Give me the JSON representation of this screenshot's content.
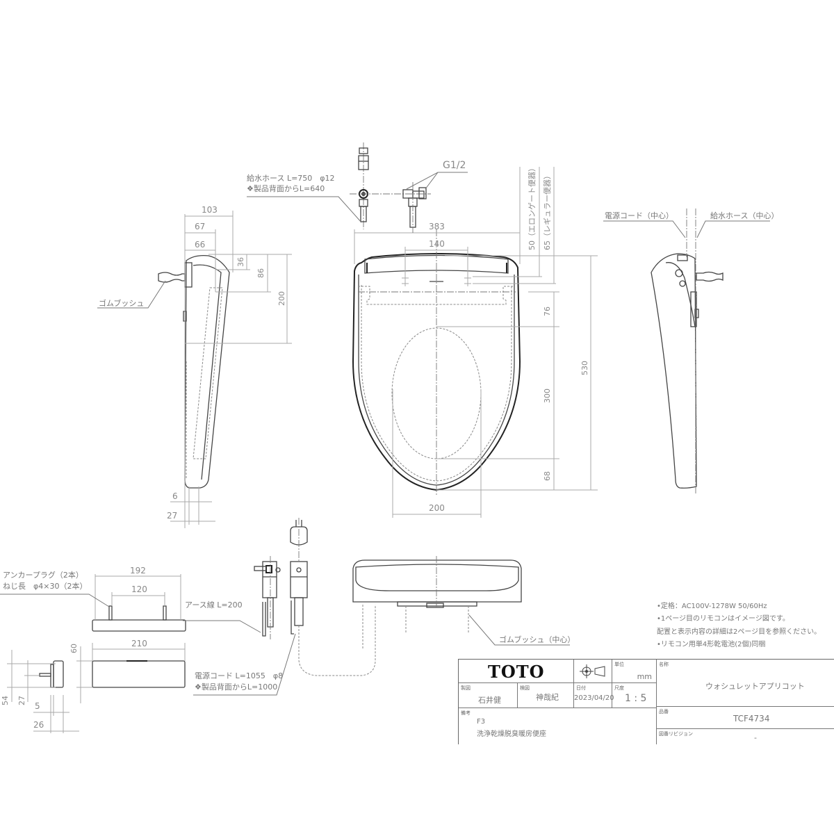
{
  "drawing": {
    "top_view": {
      "dims": {
        "overall_width": "383",
        "hinge_spacing": "140",
        "total_length": "530",
        "d76": "76",
        "d300": "300",
        "d68": "68",
        "opening_width": "200"
      },
      "vertical_notes": {
        "elongated": "50（エロンゲート便器）",
        "regular": "65（レギュラー便器）"
      }
    },
    "supply": {
      "hose_label_line1": "給水ホース L=750　φ12",
      "hose_label_line2": "❖製品背面からL=640",
      "thread_label": "G1/2"
    },
    "left_side_view": {
      "dims": {
        "d103": "103",
        "d67": "67",
        "d66": "66",
        "d36": "36",
        "d86": "86",
        "d200": "200",
        "d6": "6",
        "d27": "27"
      },
      "bushing_label": "ゴムブッシュ"
    },
    "right_side_view": {
      "power_label": "電源コード（中心）",
      "hose_label": "給水ホース（中心）"
    },
    "plate": {
      "anchor_line1": "アンカープラグ（2本）",
      "anchor_line2": "ねじ長　φ4×30（2本）",
      "dims": {
        "d192": "192",
        "d120": "120",
        "d210": "210",
        "d60": "60",
        "d54": "54",
        "d27": "27",
        "d5": "5",
        "d26": "26"
      }
    },
    "plug": {
      "earth_label": "アース線 L=200",
      "cord_line1": "電源コード L=1055　φ8",
      "cord_line2": "❖製品背面からL=1000"
    },
    "front_view": {
      "bushing_label": "ゴムブッシュ（中心）"
    },
    "notes": [
      "•定格：AC100V-1278W 50/60Hz",
      "•1ページ目のリモコンはイメージ図です。",
      " 配置と表示内容の詳細は2ページ目を参照ください。",
      "•リモコン用単4形乾電池(2個)同梱"
    ]
  },
  "title_block": {
    "brand": "TOTO",
    "unit_caption": "単位",
    "unit": "mm",
    "drafter_caption": "製図",
    "drafter": "石井健",
    "checker_caption": "検図",
    "checker": "神哉紀",
    "date_caption": "日付",
    "date": "2023/04/20",
    "scale_caption": "尺度",
    "scale": "1 : 5",
    "remarks_caption": "備考",
    "remarks_line1": "F3",
    "remarks_line2": "洗浄乾燥脱臭暖房便座",
    "name_caption": "名称",
    "name": "ウォシュレットアプリコット",
    "model_caption": "品番",
    "model": "TCF4734",
    "revision_caption": "図番リビジョン",
    "revision": "-"
  }
}
